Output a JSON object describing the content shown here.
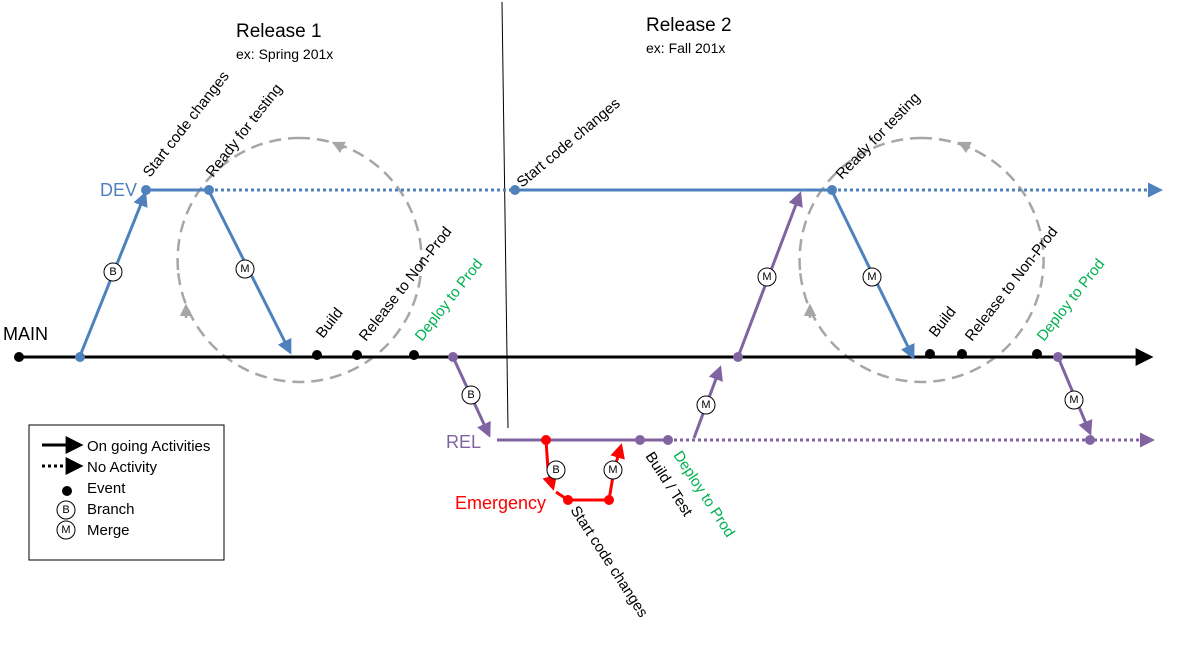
{
  "headers": {
    "release1_title": "Release 1",
    "release1_subtitle": "ex: Spring 201x",
    "release2_title": "Release 2",
    "release2_subtitle": "ex: Fall 201x"
  },
  "lanes": {
    "dev": "DEV",
    "main": "MAIN",
    "rel": "REL",
    "emergency": "Emergency"
  },
  "events": {
    "r1_start": "Start code changes",
    "r1_ready": "Ready for testing",
    "r1_build": "Build",
    "r1_release": "Release to Non-Prod",
    "r1_deploy": "Deploy to Prod",
    "r2_start": "Start code changes",
    "r2_ready": "Ready for testing",
    "r2_build": "Build",
    "r2_release": "Release to Non-Prod",
    "r2_deploy": "Deploy to Prod",
    "em_start": "Start code changes",
    "rel_build": "Build / Test",
    "rel_deploy": "Deploy to Prod"
  },
  "markers": {
    "branch": "B",
    "merge": "M"
  },
  "legend": {
    "ongoing": "On going Activities",
    "no_activity": "No Activity",
    "event": "Event",
    "branch": "Branch",
    "merge": "Merge"
  },
  "colors": {
    "main": "#000000",
    "dev": "#4f81bd",
    "rel": "#8064a2",
    "emergency": "#ff0000",
    "deploy": "#00b050",
    "cycle": "#a6a6a6"
  }
}
